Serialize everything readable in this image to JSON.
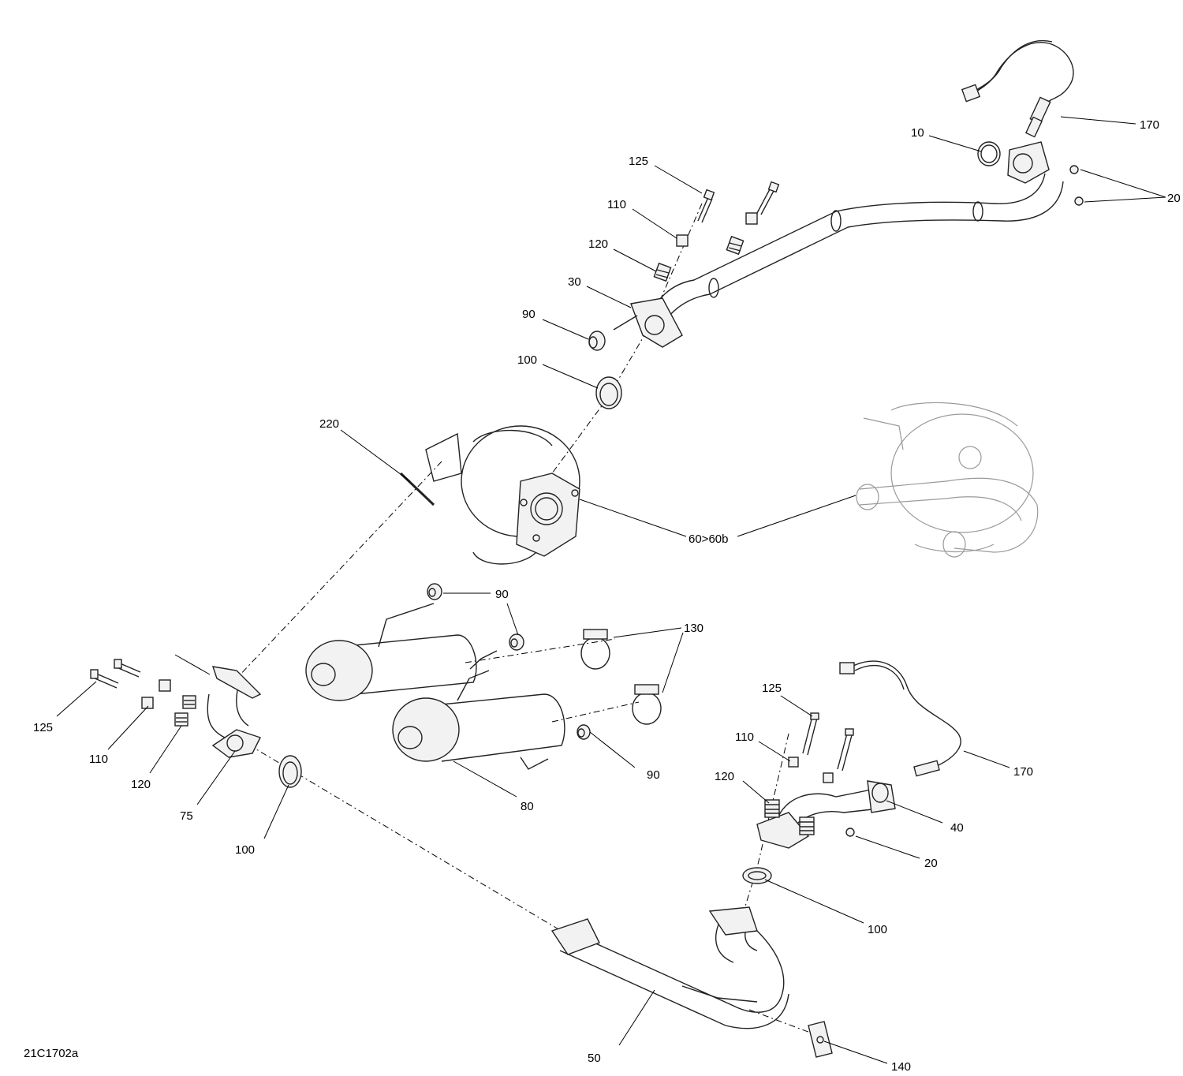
{
  "drawing_code": "21C1702a",
  "callouts": [
    {
      "id": "c170a",
      "text": "170"
    },
    {
      "id": "c10",
      "text": "10"
    },
    {
      "id": "c20a",
      "text": "20"
    },
    {
      "id": "c125a",
      "text": "125"
    },
    {
      "id": "c110a",
      "text": "110"
    },
    {
      "id": "c120a",
      "text": "120"
    },
    {
      "id": "c30",
      "text": "30"
    },
    {
      "id": "c90a",
      "text": "90"
    },
    {
      "id": "c100a",
      "text": "100"
    },
    {
      "id": "c220",
      "text": "220"
    },
    {
      "id": "c60",
      "text": "60>60b"
    },
    {
      "id": "c90b",
      "text": "90"
    },
    {
      "id": "c130",
      "text": "130"
    },
    {
      "id": "c125b",
      "text": "125"
    },
    {
      "id": "c110b",
      "text": "110"
    },
    {
      "id": "c120b",
      "text": "120"
    },
    {
      "id": "c75",
      "text": "75"
    },
    {
      "id": "c100b",
      "text": "100"
    },
    {
      "id": "c80",
      "text": "80"
    },
    {
      "id": "c90c",
      "text": "90"
    },
    {
      "id": "c125c",
      "text": "125"
    },
    {
      "id": "c110c",
      "text": "110"
    },
    {
      "id": "c120c",
      "text": "120"
    },
    {
      "id": "c170b",
      "text": "170"
    },
    {
      "id": "c40",
      "text": "40"
    },
    {
      "id": "c20b",
      "text": "20"
    },
    {
      "id": "c100c",
      "text": "100"
    },
    {
      "id": "c50",
      "text": "50"
    },
    {
      "id": "c140",
      "text": "140"
    }
  ]
}
